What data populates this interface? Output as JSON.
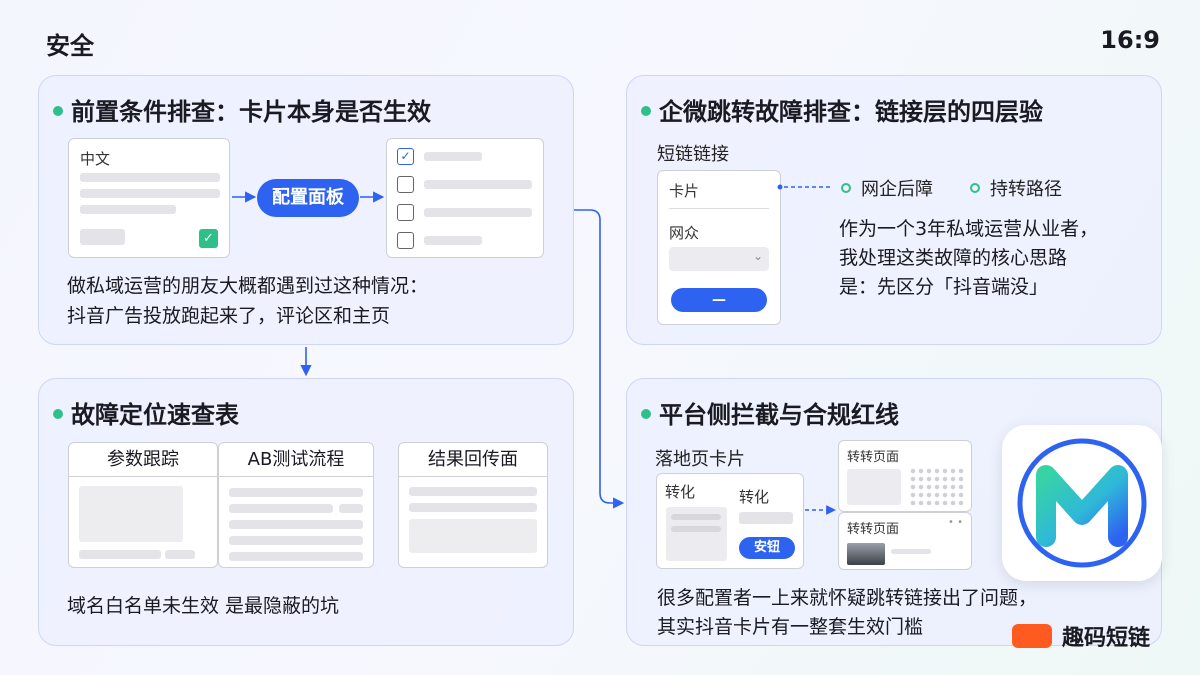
{
  "header": {
    "section_label": "安全",
    "ratio_label": "16:9"
  },
  "card1": {
    "title": "前置条件排查：卡片本身是否生效",
    "form_label": "中文",
    "config_button": "配置面板",
    "desc_line1": "做私域运营的朋友大概都遇到过这种情况：",
    "desc_line2": "抖音广告投放跑起来了，评论区和主页"
  },
  "card2": {
    "title": "企微跳转故障排查：链接层的四层验",
    "subtitle": "短链链接",
    "field1_label": "卡片",
    "field2_label": "网众",
    "button_label": "—",
    "tag1": "网企后障",
    "tag2": "持转路径",
    "desc_line1": "作为一个3年私域运营从业者，",
    "desc_line2": "我处理这类故障的核心思路",
    "desc_line3": "是：先区分「抖音端没」"
  },
  "card3": {
    "title": "故障定位速查表",
    "col1": "参数跟踪",
    "col2": "AB测试流程",
    "col3": "结果回传面",
    "note": "域名白名单未生效 是最隐蔽的坑"
  },
  "card4": {
    "title": "平台侧拦截与合规红线",
    "subtitle": "落地页卡片",
    "convert_left": "转化",
    "convert_right": "转化",
    "secure_button": "安钮",
    "page1_label": "转转页面",
    "page2_label": "转转页面",
    "desc_line1": "很多配置者一上来就怀疑跳转链接出了问题，",
    "desc_line2": "其实抖音卡片有一整套生效门槛"
  },
  "brand": {
    "name": "趣码短链",
    "logo_letter": "M"
  },
  "colors": {
    "accent_blue": "#2d63f0",
    "accent_green": "#2ec08a",
    "brand_orange": "#ff5a1f"
  }
}
